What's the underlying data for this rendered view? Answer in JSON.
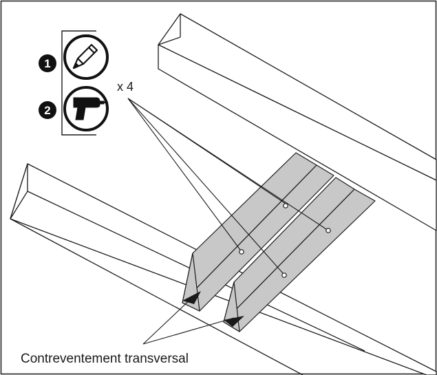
{
  "steps": [
    {
      "number": "1",
      "icon": "pencil-icon"
    },
    {
      "number": "2",
      "icon": "drill-icon"
    }
  ],
  "quantity_label": "x 4",
  "caption": "Contreventement transversal",
  "colors": {
    "stroke": "#1a1a1a",
    "brace_fill": "#c8c8c8",
    "background": "#ffffff"
  }
}
